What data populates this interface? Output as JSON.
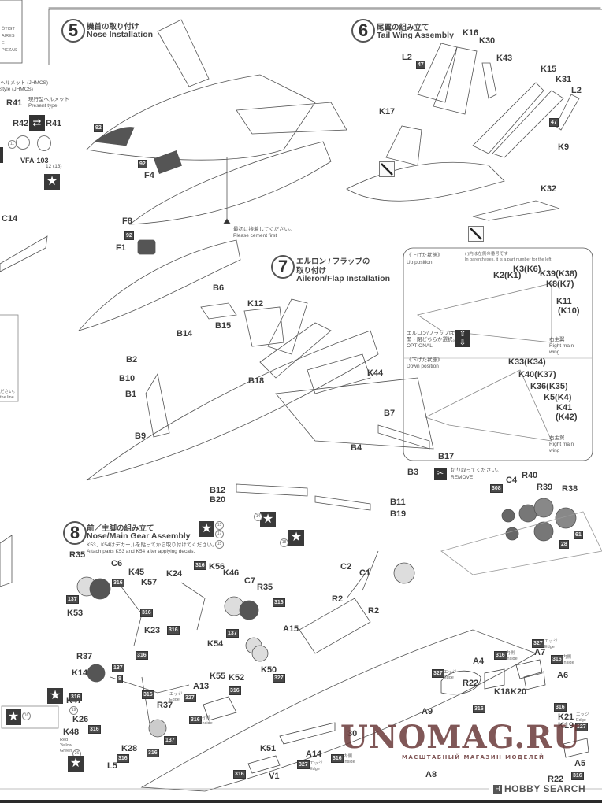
{
  "header_box": {
    "lines": [
      "ÖTIGT",
      "AIRES",
      "E",
      "PIEZAS"
    ]
  },
  "helmet_note": {
    "jp_line": "ヘルメット (JHMCS)",
    "en_line": "style (JHMCS)",
    "r41_label": "R41",
    "present_jp": "現行型ヘルメット",
    "present_en": "Present type",
    "r42_label": "R42",
    "r41b_label": "R41",
    "decal_11": "11",
    "decal_12": "12 (13)",
    "squadron": "VFA-103"
  },
  "left_strip": {
    "c14": "C14",
    "line_note_jp": "ださい。",
    "line_note_en": "the line."
  },
  "step5": {
    "number": "5",
    "title_jp": "機首の取り付け",
    "title_en": "Nose Installation",
    "parts": {
      "f4": "F4",
      "f8": "F8",
      "f1": "F1"
    },
    "paint_92a": "92",
    "paint_92b": "92",
    "paint_92c": "92",
    "cement_jp": "最初に接着してください。",
    "cement_en": "Please cement first"
  },
  "step6": {
    "number": "6",
    "title_jp": "尾翼の組み立て",
    "title_en": "Tail Wing Assembly",
    "parts": {
      "k16": "K16",
      "k30": "K30",
      "l2a": "L2",
      "k43": "K43",
      "k15": "K15",
      "k31": "K31",
      "l2b": "L2",
      "k17": "K17",
      "k9": "K9",
      "k32": "K32"
    },
    "paint_47a": "47",
    "paint_47b": "47"
  },
  "step7": {
    "number": "7",
    "title_jp1": "エルロン / フラップの",
    "title_jp2": "取り付け",
    "title_en": "Aileron/Flap Installation",
    "parts": {
      "b6": "B6",
      "k12": "K12",
      "b14": "B14",
      "b15": "B15",
      "b2": "B2",
      "b10": "B10",
      "b18": "B18",
      "b1": "B1",
      "b9": "B9",
      "k44": "K44",
      "b7": "B7",
      "b4": "B4",
      "b17": "B17",
      "b3": "B3",
      "b12": "B12",
      "b20": "B20",
      "b11": "B11",
      "b19": "B19"
    },
    "inset": {
      "up_jp": "《上げた状態》",
      "up_en": "Up position",
      "paren_jp": "(  )内は左側の番号です",
      "paren_en": "In parentheses, it is a part number for the left.",
      "up_parts": [
        "K3(K6)",
        "K2(K1)",
        "K39(K38)",
        "K8(K7)",
        "K11",
        "(K10)"
      ],
      "optional_jp1": "エルロン/フラップは",
      "optional_jp2": "開・閉どちらか選択。",
      "optional_en": "OPTIONAL",
      "right_wing_jp": "右主翼",
      "right_wing_en1": "Right main",
      "right_wing_en2": "wing",
      "down_jp": "《下げた状態》",
      "down_en": "Down position",
      "down_parts": [
        "K33(K34)",
        "K40(K37)",
        "K36(K35)",
        "K5(K4)",
        "K41",
        "(K42)"
      ],
      "right_wing2_jp": "右主翼",
      "right_wing2_en1": "Right main",
      "right_wing2_en2": "wing"
    }
  },
  "exhaust": {
    "remove_jp": "切り取ってください。",
    "remove_en": "REMOVE",
    "parts": {
      "c4": "C4",
      "r40": "R40",
      "r39": "R39",
      "r38": "R38"
    },
    "paint_308": "308",
    "paint_28": "28",
    "paint_61": "61"
  },
  "step8": {
    "number": "8",
    "title_jp": "前／主脚の組み立て",
    "title_en": "Nose/Main Gear Assembly",
    "note_jp": "K53、K54はデカールを貼ってから取り付けてください。",
    "note_en": "Attach parts K53 and K54 after applying decals.",
    "decals": [
      "14",
      "15",
      "17",
      "15",
      "18"
    ],
    "parts": {
      "r35a": "R35",
      "c6": "C6",
      "k45": "K45",
      "k57": "K57",
      "k53": "K53",
      "k23": "K23",
      "k24": "K24",
      "k56": "K56",
      "k46": "K46",
      "c7": "C7",
      "r35b": "R35",
      "k54": "K54",
      "r37a": "R37",
      "k14": "K14",
      "k47": "K47",
      "k26": "K26",
      "k48": "K48",
      "k28": "K28",
      "r37b": "R37",
      "l5": "L5",
      "c2": "C2",
      "c1": "C1",
      "r2a": "R2",
      "r2b": "R2",
      "a15": "A15",
      "k55": "K55",
      "k52": "K52",
      "k50": "K50",
      "a13": "A13",
      "k51": "K51",
      "v1": "V1",
      "a14": "A14",
      "a4": "A4",
      "a7": "A7",
      "a6": "A6",
      "r22a": "R22",
      "k18": "K18",
      "k20": "K20",
      "a9": "A9",
      "k21": "K21",
      "k19": "K19",
      "a5": "A5",
      "a8": "A8",
      "r22b": "R22",
      "l30": "30"
    },
    "paint": {
      "p316": "316",
      "p137": "137",
      "p8": "8",
      "p327": "327"
    },
    "edge_jp": "エッジ",
    "edge_en": "Edge",
    "inside_jp": "内側",
    "inside_en": "Inside",
    "lamp_red": "Red",
    "lamp_yellow": "Yellow",
    "lamp_green": "Green",
    "decal_16": "16",
    "decal_19": "19",
    "decal_26": "26"
  },
  "watermark": {
    "main": "UNOMAG.RU",
    "sub": "МАСШТАБНЫЙ МАГАЗИН МОДЕЛЕЙ"
  },
  "footer": {
    "brand": "HOBBY SEARCH"
  },
  "colors": {
    "ink": "#3a3a3a",
    "paint_box": "#4a4a4a",
    "watermark": "#6b3a3a"
  }
}
